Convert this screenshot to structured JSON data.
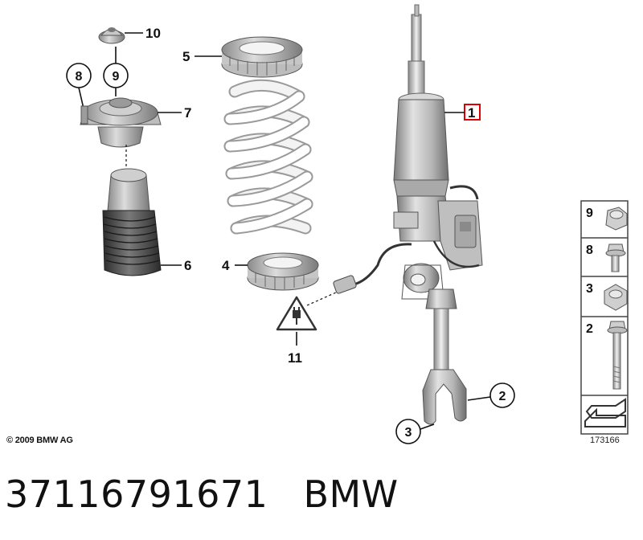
{
  "diagram": {
    "callouts": {
      "c1": "1",
      "c2": "2",
      "c3": "3",
      "c4": "4",
      "c5": "5",
      "c6": "6",
      "c7": "7",
      "c8": "8",
      "c9": "9",
      "c10": "10",
      "c11": "11"
    },
    "hardware_key": {
      "k9": "9",
      "k8": "8",
      "k3": "3",
      "k2": "2"
    },
    "copyright": "© 2009 BMW AG",
    "diagram_id": "173166"
  },
  "footer": {
    "part_number": "37116791671",
    "brand": "BMW"
  },
  "colors": {
    "part_fill": "#d8d8d8",
    "part_dark": "#8a8a8a",
    "spring_fill": "#f2f2f2",
    "highlight_box": "#e00000",
    "key_border": "#444444"
  },
  "icons": [
    "electrical-connector-warning-icon",
    "arrow-icon"
  ]
}
